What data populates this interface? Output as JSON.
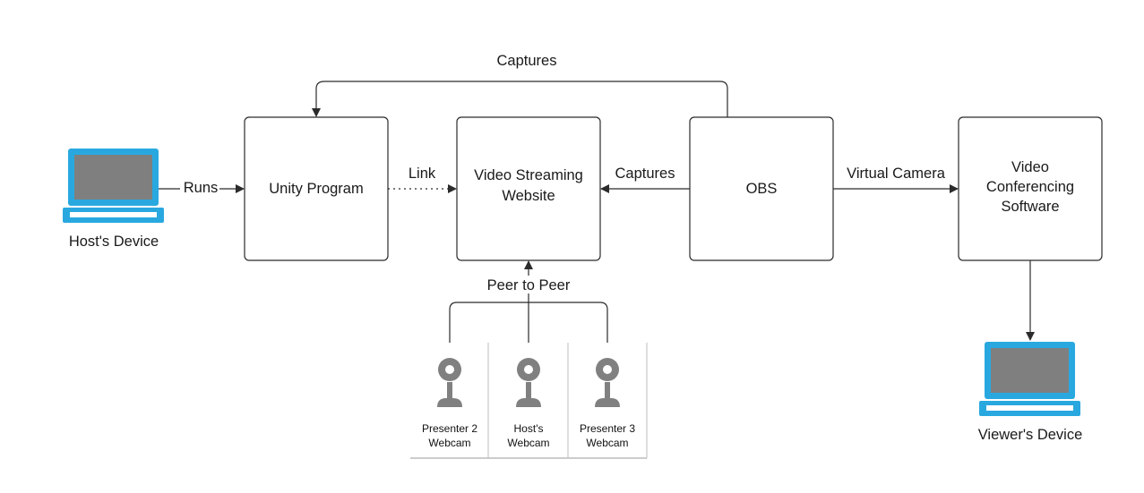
{
  "nodes": {
    "unity": {
      "label": "Unity Program"
    },
    "video_streaming": {
      "lines": [
        "Video Streaming",
        "Website"
      ]
    },
    "obs": {
      "label": "OBS"
    },
    "video_conf": {
      "lines": [
        "Video",
        "Conferencing",
        "Software"
      ]
    }
  },
  "devices": {
    "host": {
      "label": "Host's Device"
    },
    "viewer": {
      "label": "Viewer's Device"
    }
  },
  "webcams": [
    {
      "lines": [
        "Presenter 2",
        "Webcam"
      ]
    },
    {
      "lines": [
        "Host's",
        "Webcam"
      ]
    },
    {
      "lines": [
        "Presenter 3",
        "Webcam"
      ]
    }
  ],
  "edges": {
    "runs": "Runs",
    "link": "Link",
    "captures_top": "Captures",
    "captures_obs": "Captures",
    "virtual_camera": "Virtual Camera",
    "peer_to_peer": "Peer to Peer"
  },
  "colors": {
    "laptop_blue": "#29a8e0",
    "laptop_screen": "#7f7f7f",
    "webcam_gray": "#808080",
    "line": "#2b2b2b"
  }
}
